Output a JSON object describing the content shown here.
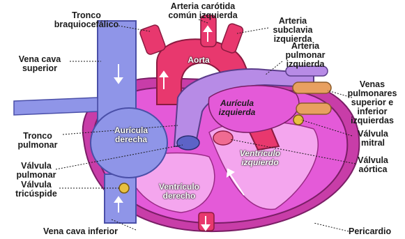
{
  "labels": {
    "tronco_braquio": "Tronco\nbraquiocefálico",
    "carotida": "Arteria carótida\ncomún izquierda",
    "subclavia": "Arteria\nsubclavia\nizquierda",
    "pulmonar_izq": "Arteria\npulmonar\nizquierda",
    "vena_cava_sup": "Vena cava\nsuperior",
    "aorta": "Aorta",
    "venas_pulm": "Venas\npulmonares\nsuperior e\ninferior\nizquierdas",
    "auricula_izq": "Aurícula\nizquierda",
    "valvula_mitral": "Válvula\nmitral",
    "tronco_pulm": "Tronco\npulmonar",
    "auricula_der": "Aurícula\nderecha",
    "ventriculo_izq": "Ventrículo\nizquierdo",
    "valvula_aortica": "Válvula\naórtica",
    "valvula_pulm": "Válvula\npulmonar",
    "valvula_tric": "Válvula\ntricúspide",
    "ventriculo_der": "Ventrículo\nderecho",
    "vena_cava_inf": "Vena cava inferior",
    "pericardio": "Pericardio"
  },
  "colors": {
    "vein_blue": "#8f95e8",
    "vein_dark": "#5d63c7",
    "artery_pink": "#e8386e",
    "artery_light": "#f06b92",
    "pulmonary_violet": "#b78be6",
    "heart_magenta": "#e45ad8",
    "heart_light": "#f4a6ee",
    "pericardium": "#c83da8",
    "pulm_vein_orange": "#e8a060"
  }
}
